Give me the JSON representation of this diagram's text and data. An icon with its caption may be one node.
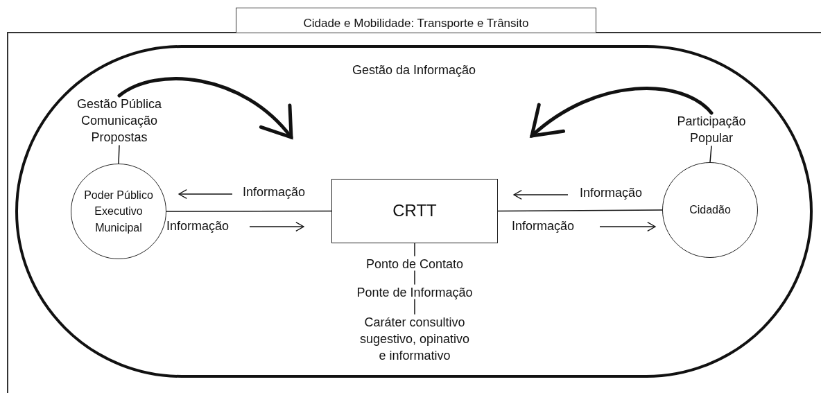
{
  "diagram": {
    "nodes": [
      {
        "text": [
          "Cidade e Mobilidade: Transporte e Trânsito"
        ]
      },
      {
        "text": [
          "Gestão da Informação"
        ],
        "in": 0
      },
      {
        "text": [
          "Gestão Pública",
          "Comunicação",
          "Propostas"
        ],
        "in": 1
      },
      {
        "text": [
          "Poder Público Executivo Municipal"
        ],
        "in": 1
      },
      {
        "text": [
          "CRTT"
        ],
        "in": 1
      },
      {
        "text": [
          "Cidadão"
        ],
        "in": 1
      },
      {
        "text": [
          "Participação Popular"
        ],
        "in": 1
      },
      {
        "text": [
          "Ponto de Contato"
        ],
        "in": 1
      },
      {
        "text": [
          "Ponte de Informação"
        ],
        "in": 1
      },
      {
        "text": [
          "Caráter consultivo sugestivo, opinativo e informativo"
        ],
        "in": 1
      }
    ],
    "edges": [
      {
        "from": 2,
        "to": null,
        "arrow": "to",
        "style": "thick"
      },
      {
        "from": 6,
        "to": null,
        "arrow": "to",
        "style": "thick"
      },
      {
        "from": 2,
        "to": 3,
        "arrow": "none"
      },
      {
        "from": 3,
        "to": 4,
        "arrow": "none"
      },
      {
        "from": 4,
        "to": 5,
        "arrow": "none"
      },
      {
        "from": 6,
        "to": 5,
        "arrow": "none"
      },
      {
        "from": 4,
        "to": 7,
        "arrow": "none"
      },
      {
        "from": 7,
        "to": 8,
        "arrow": "none"
      },
      {
        "from": 8,
        "to": 9,
        "arrow": "none"
      }
    ],
    "labels": [
      "Informação",
      "Informação",
      "Informação",
      "Informação"
    ]
  }
}
